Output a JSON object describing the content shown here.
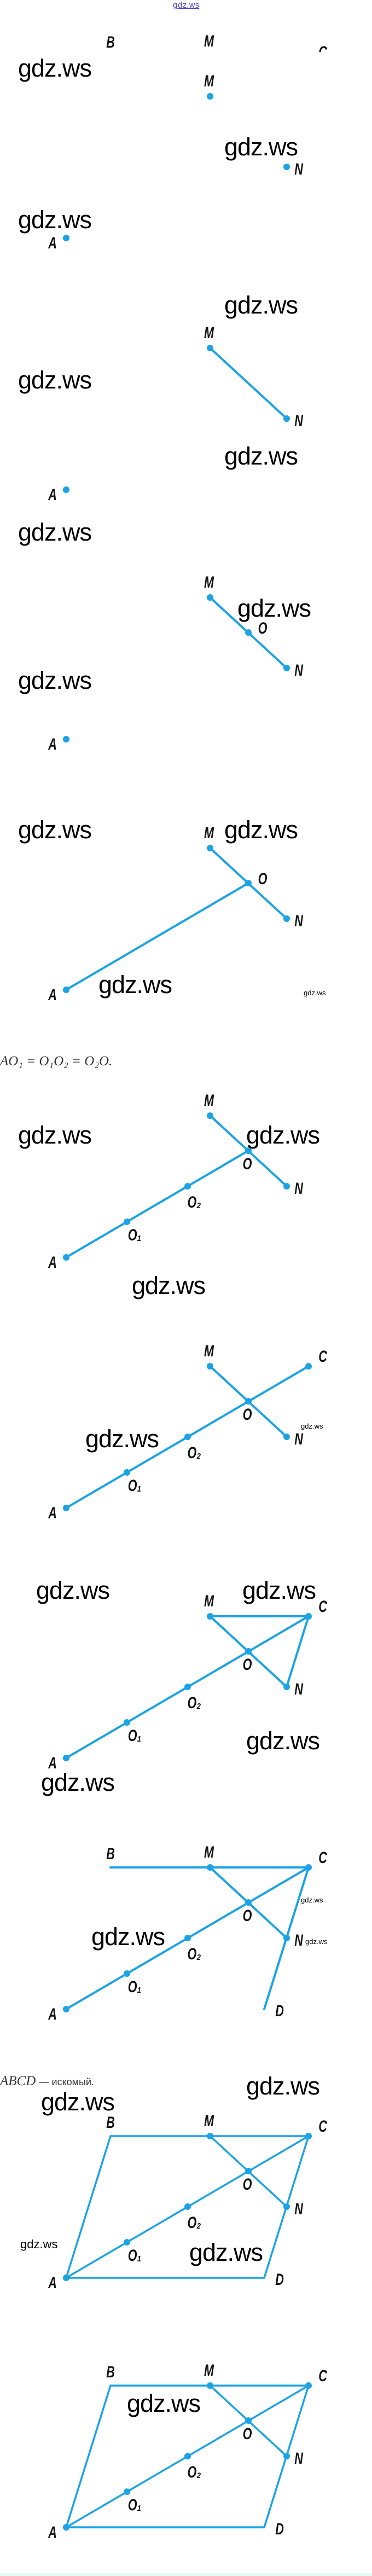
{
  "header": {
    "link": "gdz.ws"
  },
  "colors": {
    "figure": "#1ba3e6",
    "text": "#111111",
    "link": "#4a3fd0"
  },
  "watermark_text": "gdz.ws",
  "top_partial_labels": [
    "B",
    "M",
    "C"
  ],
  "point_labels": {
    "A": "A",
    "B": "B",
    "C": "C",
    "D": "D",
    "M": "M",
    "N": "N",
    "O": "O",
    "O1": "O₁",
    "O2": "O₂"
  },
  "equation_1": "AO₁ = O₁O₂ = O₂O.",
  "conclusion": {
    "formula": "ABCD",
    "text": "— искомый."
  },
  "steps": [
    {
      "dots": [
        "M",
        "N",
        "A"
      ],
      "labels": [
        "M",
        "N",
        "A"
      ],
      "segments": []
    },
    {
      "dots": [
        "M",
        "N",
        "A"
      ],
      "labels": [
        "M",
        "N",
        "A"
      ],
      "segments": [
        [
          "M",
          "N"
        ]
      ]
    },
    {
      "dots": [
        "M",
        "N",
        "O",
        "A"
      ],
      "labels": [
        "M",
        "N",
        "O",
        "A"
      ],
      "o_label": "right",
      "segments": [
        [
          "M",
          "N"
        ]
      ]
    },
    {
      "dots": [
        "M",
        "N",
        "O",
        "A"
      ],
      "labels": [
        "M",
        "N",
        "O",
        "A"
      ],
      "o_label": "right",
      "segments": [
        [
          "M",
          "N"
        ],
        [
          "A",
          "O"
        ]
      ]
    },
    {
      "dots": [
        "M",
        "N",
        "O",
        "O1",
        "O2",
        "A"
      ],
      "labels": [
        "M",
        "N",
        "O",
        "O1",
        "O2",
        "A"
      ],
      "segments": [
        [
          "M",
          "N"
        ],
        [
          "A",
          "O"
        ]
      ]
    },
    {
      "dots": [
        "M",
        "N",
        "O",
        "O1",
        "O2",
        "A",
        "C"
      ],
      "labels": [
        "M",
        "N",
        "O",
        "O1",
        "O2",
        "A",
        "C"
      ],
      "segments": [
        [
          "M",
          "N"
        ],
        [
          "A",
          "C"
        ]
      ]
    },
    {
      "dots": [
        "M",
        "N",
        "O",
        "O1",
        "O2",
        "A",
        "C"
      ],
      "labels": [
        "M",
        "N",
        "O",
        "O1",
        "O2",
        "A",
        "C"
      ],
      "segments": [
        [
          "M",
          "N"
        ],
        [
          "A",
          "C"
        ],
        [
          "M",
          "C"
        ],
        [
          "C",
          "N"
        ]
      ]
    },
    {
      "dots": [
        "M",
        "N",
        "O",
        "O1",
        "O2",
        "A",
        "C"
      ],
      "labels": [
        "B",
        "M",
        "C",
        "N",
        "O",
        "O1",
        "O2",
        "A",
        "D"
      ],
      "segments": [
        [
          "B",
          "C"
        ],
        [
          "M",
          "N"
        ],
        [
          "A",
          "C"
        ],
        [
          "C",
          "D"
        ]
      ]
    },
    {
      "dots": [
        "M",
        "N",
        "O",
        "O1",
        "O2",
        "A",
        "C"
      ],
      "labels": [
        "B",
        "M",
        "C",
        "N",
        "O",
        "O1",
        "O2",
        "A",
        "D"
      ],
      "segments": [
        [
          "A",
          "B"
        ],
        [
          "B",
          "C"
        ],
        [
          "C",
          "D"
        ],
        [
          "D",
          "A"
        ],
        [
          "M",
          "N"
        ],
        [
          "A",
          "C"
        ]
      ]
    },
    {
      "dots": [
        "M",
        "N",
        "O",
        "O1",
        "O2",
        "A",
        "C"
      ],
      "labels": [
        "B",
        "M",
        "C",
        "N",
        "O",
        "O1",
        "O2",
        "A",
        "D"
      ],
      "segments": [
        [
          "A",
          "B"
        ],
        [
          "B",
          "C"
        ],
        [
          "C",
          "D"
        ],
        [
          "D",
          "A"
        ],
        [
          "M",
          "N"
        ],
        [
          "A",
          "C"
        ]
      ]
    }
  ]
}
